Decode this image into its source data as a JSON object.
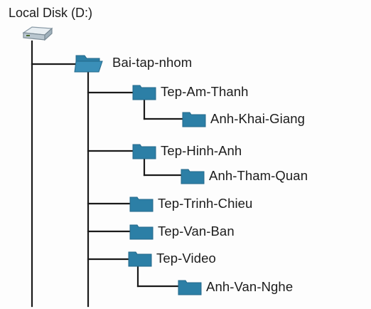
{
  "root": {
    "label": "Local Disk (D:)",
    "icon": "drive-icon"
  },
  "tree": {
    "folder_icon": "folder-icon",
    "open_folder_icon": "folder-open-icon",
    "folder_color": "#2c7fa6",
    "top_folder": {
      "label": "Bai-tap-nhom",
      "children": [
        {
          "label": "Tep-Am-Thanh",
          "children": [
            {
              "label": "Anh-Khai-Giang"
            }
          ]
        },
        {
          "label": "Tep-Hinh-Anh",
          "children": [
            {
              "label": "Anh-Tham-Quan"
            }
          ]
        },
        {
          "label": "Tep-Trinh-Chieu"
        },
        {
          "label": "Tep-Van-Ban"
        },
        {
          "label": "Tep-Video",
          "children": [
            {
              "label": "Anh-Van-Nghe"
            }
          ]
        }
      ]
    }
  }
}
